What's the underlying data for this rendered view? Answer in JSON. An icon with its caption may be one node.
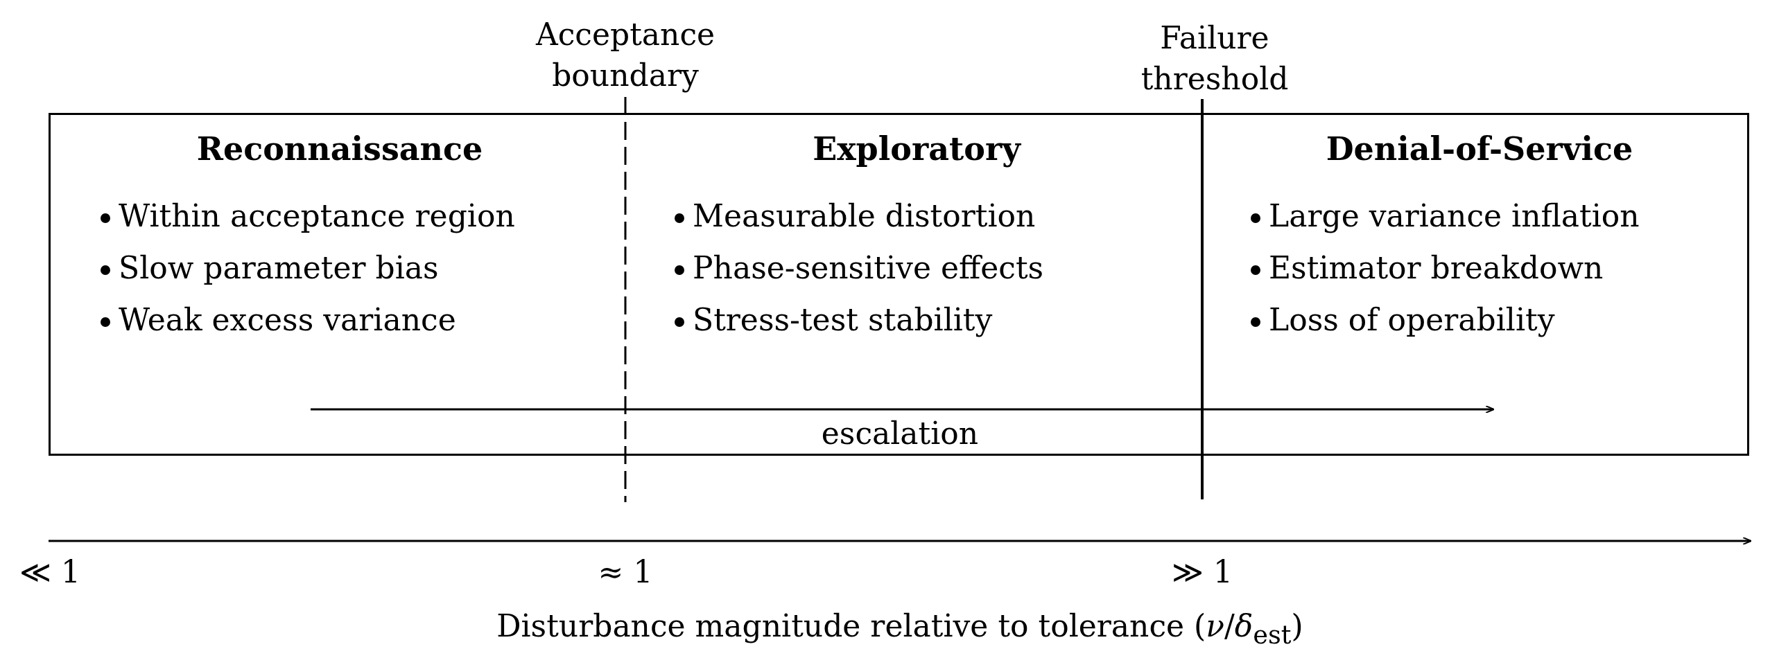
{
  "diagram": {
    "nodes": [
      {
        "text": [],
        "shape": "box"
      },
      {
        "text": [
          "Reconnaissance",
          "Within acceptance region",
          "Slow parameter bias",
          "Weak excess variance"
        ],
        "in": 0
      },
      {
        "text": [
          "Exploratory",
          "Measurable distortion",
          "Phase-sensitive effects",
          "Stress-test stability"
        ],
        "in": 0
      },
      {
        "text": [
          "Denial-of-Service",
          "Large variance inflation",
          "Estimator breakdown",
          "Loss of operability"
        ],
        "in": 0
      }
    ],
    "labels": [
      "Acceptance boundary",
      "Failure threshold",
      "escalation",
      "≪ 1",
      "≈ 1",
      "≫ 1",
      "Disturbance magnitude relative to tolerance (*ν*/*δ*$_{est}$)"
    ]
  }
}
